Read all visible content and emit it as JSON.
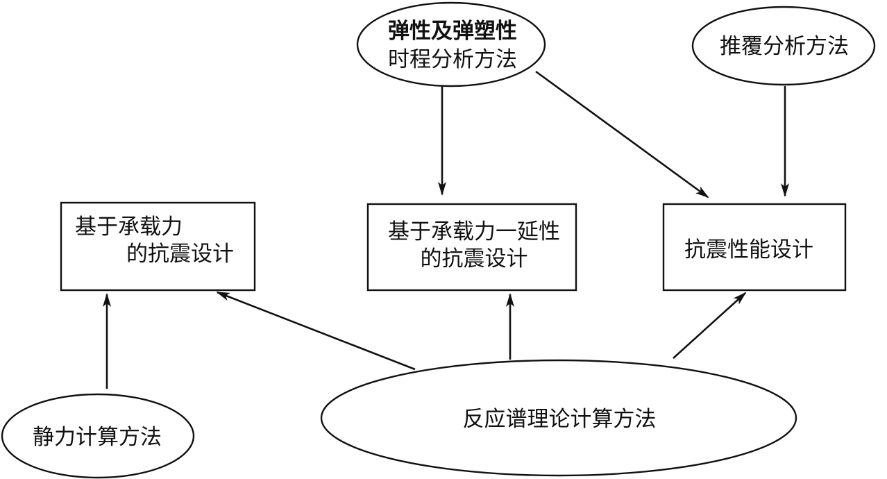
{
  "nodes": {
    "elastic_time_history": {
      "line1": "弹性及弹塑性",
      "line2": "时程分析方法"
    },
    "pushover": {
      "label": "推覆分析方法"
    },
    "capacity_design": {
      "line1": "基于承载力",
      "line2": "的抗震设计"
    },
    "capacity_ductility_design": {
      "line1": "基于承载力一延性",
      "line2": "的抗震设计"
    },
    "performance_design": {
      "label": "抗震性能设计"
    },
    "static_method": {
      "label": "静力计算方法"
    },
    "response_spectrum": {
      "label": "反应谱理论计算方法"
    }
  },
  "edges": [
    {
      "from": "elastic_time_history",
      "to": "capacity_ductility_design"
    },
    {
      "from": "elastic_time_history",
      "to": "performance_design"
    },
    {
      "from": "pushover",
      "to": "performance_design"
    },
    {
      "from": "static_method",
      "to": "capacity_design"
    },
    {
      "from": "response_spectrum",
      "to": "capacity_design"
    },
    {
      "from": "response_spectrum",
      "to": "capacity_ductility_design"
    },
    {
      "from": "response_spectrum",
      "to": "performance_design"
    }
  ],
  "colors": {
    "stroke": "#111111",
    "background": "#ffffff"
  }
}
